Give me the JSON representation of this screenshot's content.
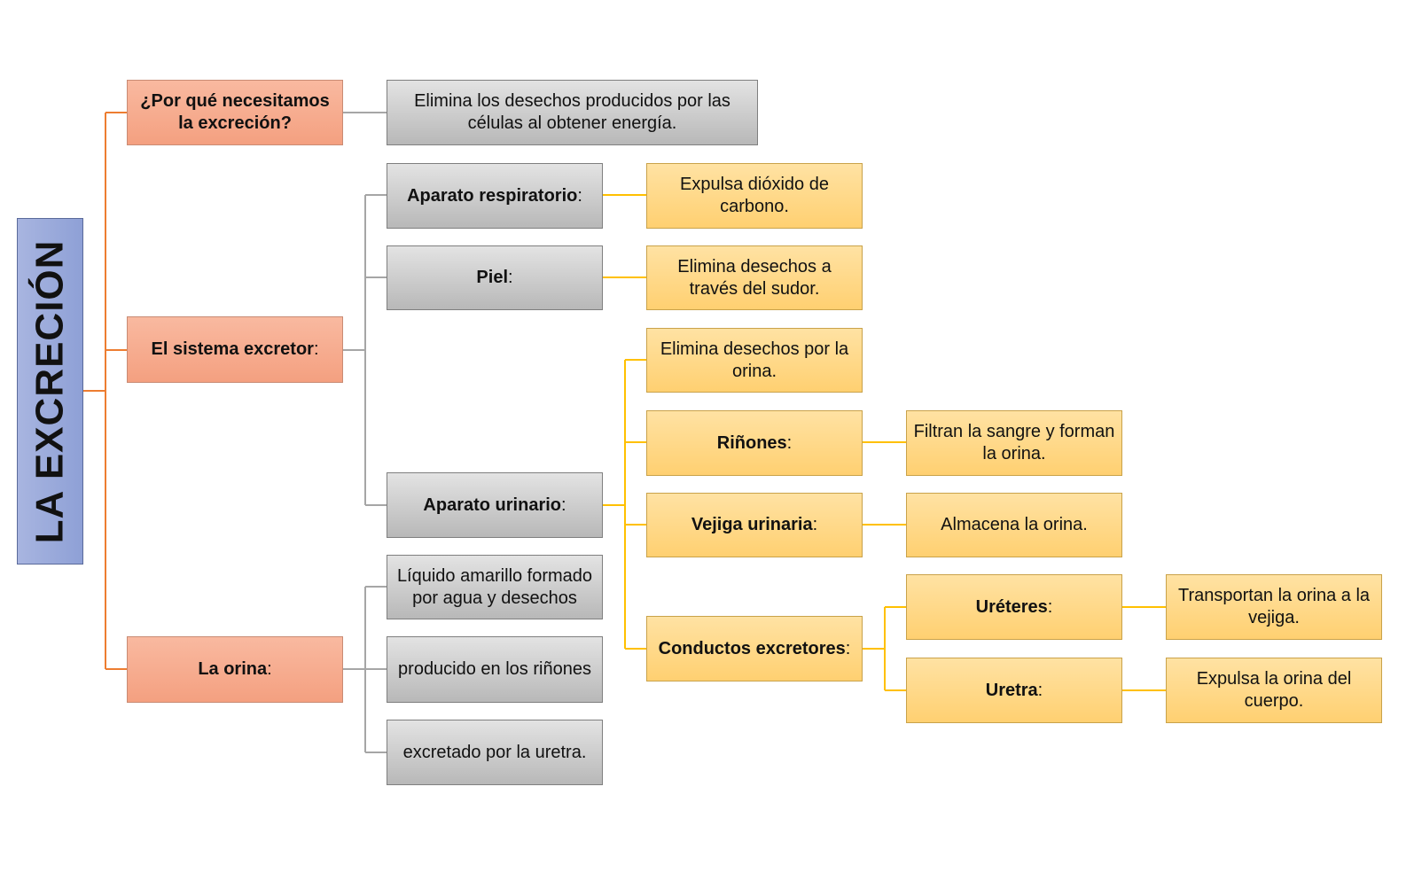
{
  "title": "LA EXCRECIÓN",
  "colors": {
    "orange_line": "#ed7d31",
    "gray_line": "#a6a6a6",
    "yellow_line": "#ffc000"
  },
  "nodes": {
    "why": {
      "label": "¿Por qué necesitamos la excreción?"
    },
    "why_answer": {
      "text": "Elimina los desechos producidos por las células al obtener energía."
    },
    "system": {
      "label": "El sistema excretor",
      "suffix": ":"
    },
    "resp": {
      "label": "Aparato respiratorio",
      "suffix": ":"
    },
    "resp_desc": {
      "text": "Expulsa dióxido de carbono."
    },
    "skin": {
      "label": "Piel",
      "suffix": ":"
    },
    "skin_desc": {
      "text": "Elimina desechos a través del sudor."
    },
    "urinary": {
      "label": "Aparato urinario",
      "suffix": ":"
    },
    "urinary_desc": {
      "text": "Elimina desechos por la orina."
    },
    "kidneys": {
      "label": "Riñones",
      "suffix": ":"
    },
    "kidneys_desc": {
      "text": "Filtran la sangre y forman la orina."
    },
    "bladder": {
      "label": "Vejiga urinaria",
      "suffix": ":"
    },
    "bladder_desc": {
      "text": "Almacena la orina."
    },
    "ducts": {
      "label": "Conductos excretores",
      "suffix": ":"
    },
    "ureters": {
      "label": "Uréteres",
      "suffix": ":"
    },
    "ureters_desc": {
      "text": "Transportan la orina a la vejiga."
    },
    "urethra": {
      "label": "Uretra",
      "suffix": ":"
    },
    "urethra_desc": {
      "text": "Expulsa la orina del cuerpo."
    },
    "urine": {
      "label": "La orina",
      "suffix": ":"
    },
    "urine_1": {
      "text": "Líquido amarillo formado por agua y desechos"
    },
    "urine_2": {
      "text": "producido en los riñones"
    },
    "urine_3": {
      "text": "excretado por la uretra."
    }
  }
}
